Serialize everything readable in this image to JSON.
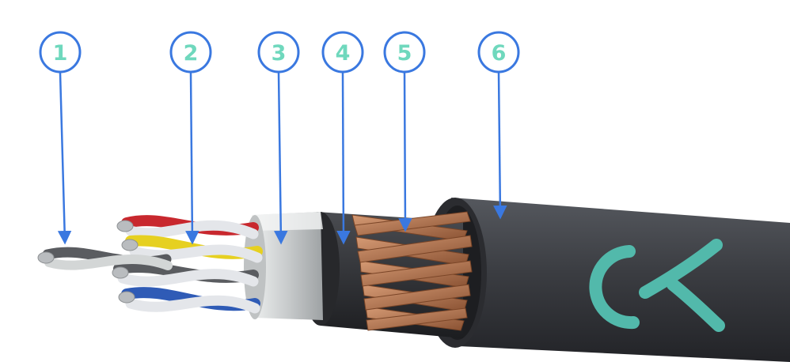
{
  "callouts": [
    {
      "number": "1"
    },
    {
      "number": "2"
    },
    {
      "number": "3"
    },
    {
      "number": "4"
    },
    {
      "number": "5"
    },
    {
      "number": "6"
    }
  ],
  "colors": {
    "callout_ring": "#3a78e0",
    "callout_number": "#6fd8bd",
    "jacket": "#3b3d42",
    "shield_foil": "#d3d6d6",
    "braid": "#b27652",
    "logo": "#52b9ab",
    "wire_red": "#c8282e",
    "wire_yellow": "#e6d020",
    "wire_blue": "#2f5bb6",
    "wire_white": "#e4e6ea",
    "wire_grey": "#5a5c60"
  },
  "icons": [
    "manufacturer-logo"
  ]
}
